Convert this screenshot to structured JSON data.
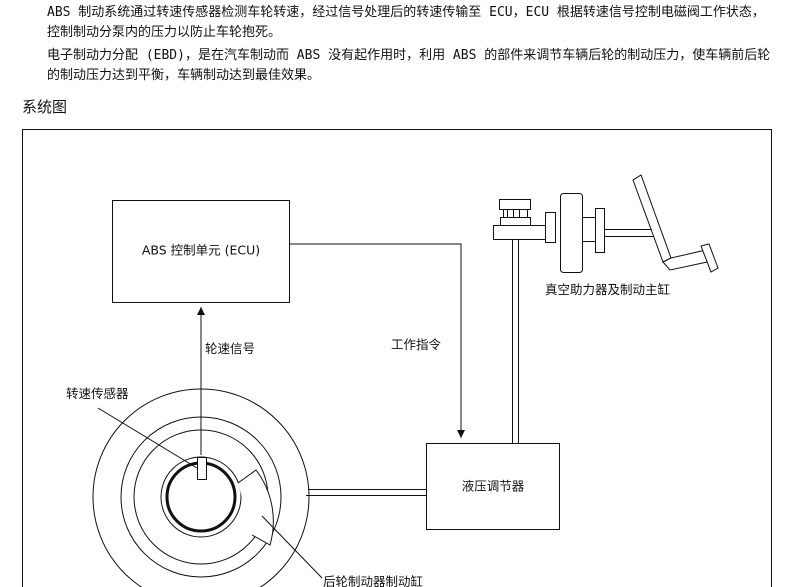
{
  "paragraphs": [
    "ABS 制动系统通过转速传感器检测车轮转速，经过信号处理后的转速传输至 ECU，ECU 根据转速信号控制电磁阀工作状态，控制制动分泵内的压力以防止车轮抱死。",
    "电子制动力分配 (EBD)，是在汽车制动而 ABS 没有起作用时，利用 ABS 的部件来调节车辆后轮的制动压力，使车辆前后轮的制动压力达到平衡，车辆制动达到最佳效果。"
  ],
  "section_title": "系统图",
  "diagram": {
    "ecu_label": "ABS 控制单元 (ECU)",
    "wheel_speed_signal": "轮速信号",
    "work_command": "工作指令",
    "speed_sensor": "转速传感器",
    "booster_label": "真空助力器及制动主缸",
    "hydraulic_unit": "液压调节器",
    "rear_brake_cylinder": "后轮制动器制动缸"
  }
}
